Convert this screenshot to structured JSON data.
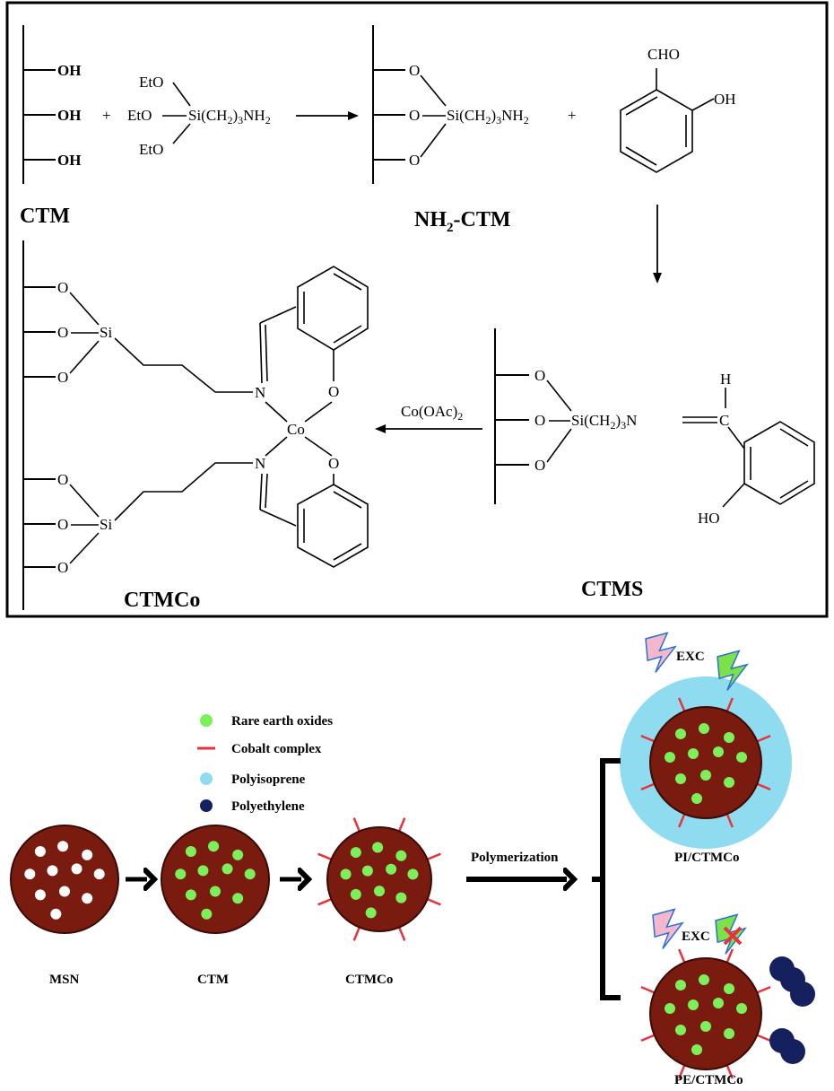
{
  "scheme": {
    "step1": {
      "oh_groups": [
        "OH",
        "OH",
        "OH"
      ],
      "plus": "+",
      "silane_ethoxy": [
        "EtO",
        "EtO",
        "EtO"
      ],
      "silane_chain": "Si(CH",
      "silane_chain_sub1": "2",
      "silane_chain_mid": ")",
      "silane_chain_sub2": "3",
      "silane_chain_end": "NH",
      "silane_chain_sub3": "2",
      "label_ctm": "CTM"
    },
    "step2": {
      "oxygens": [
        "O",
        "O",
        "O"
      ],
      "chain": "Si(CH",
      "chain_sub1": "2",
      "chain_mid": ")",
      "chain_sub2": "3",
      "chain_end": "NH",
      "chain_sub3": "2",
      "plus": "+",
      "label_prefix": "NH",
      "label_sub": "2",
      "label_suffix": "-CTM"
    },
    "aldehyde": {
      "cho": "CHO",
      "oh": "OH"
    },
    "ctms": {
      "oxygens": [
        "O",
        "O",
        "O"
      ],
      "chain": "Si(CH",
      "chain_sub1": "2",
      "chain_mid": ")",
      "chain_sub2": "3",
      "chain_end": "N",
      "imine_c": "C",
      "h": "H",
      "ho": "HO",
      "label": "CTMS"
    },
    "reagent": {
      "text": "Co(OAc)",
      "sub": "2"
    },
    "ctmco": {
      "upper_oxygens": [
        "O",
        "O",
        "O"
      ],
      "lower_oxygens": [
        "O",
        "O",
        "O"
      ],
      "si": "Si",
      "n": "N",
      "o": "O",
      "co": "Co",
      "label": "CTMCo"
    }
  },
  "legend": {
    "items": [
      {
        "label": "Rare earth oxides",
        "marker": "green-dot",
        "color": "#7cf05a"
      },
      {
        "label": "Cobalt complex",
        "marker": "red-dash",
        "color": "#e8323c"
      },
      {
        "label": "Polyisoprene",
        "marker": "cyan-dot",
        "color": "#5fd3ee"
      },
      {
        "label": "Polyethylene",
        "marker": "navy-dot",
        "color": "#15205e"
      }
    ]
  },
  "process": {
    "particles": [
      {
        "label": "MSN"
      },
      {
        "label": "CTM"
      },
      {
        "label": "CTMCo"
      }
    ],
    "step_label": "Polymerization",
    "products": [
      {
        "label": "PI/CTMCo",
        "exc": "EXC"
      },
      {
        "label": "PE/CTMCo",
        "exc": "EXC"
      }
    ],
    "colors": {
      "particle": "#7a1b10",
      "particle_edge": "#3a0a04",
      "pore": "#ffffff",
      "rare_earth": "#7cf05a",
      "cobalt": "#e8323c",
      "polyisoprene": "#8fdcf0",
      "polyethylene": "#15205e",
      "bolt_pink": "#f4b8cc",
      "bolt_green": "#7ce24a",
      "bolt_outline": "#2a6fd6"
    }
  }
}
